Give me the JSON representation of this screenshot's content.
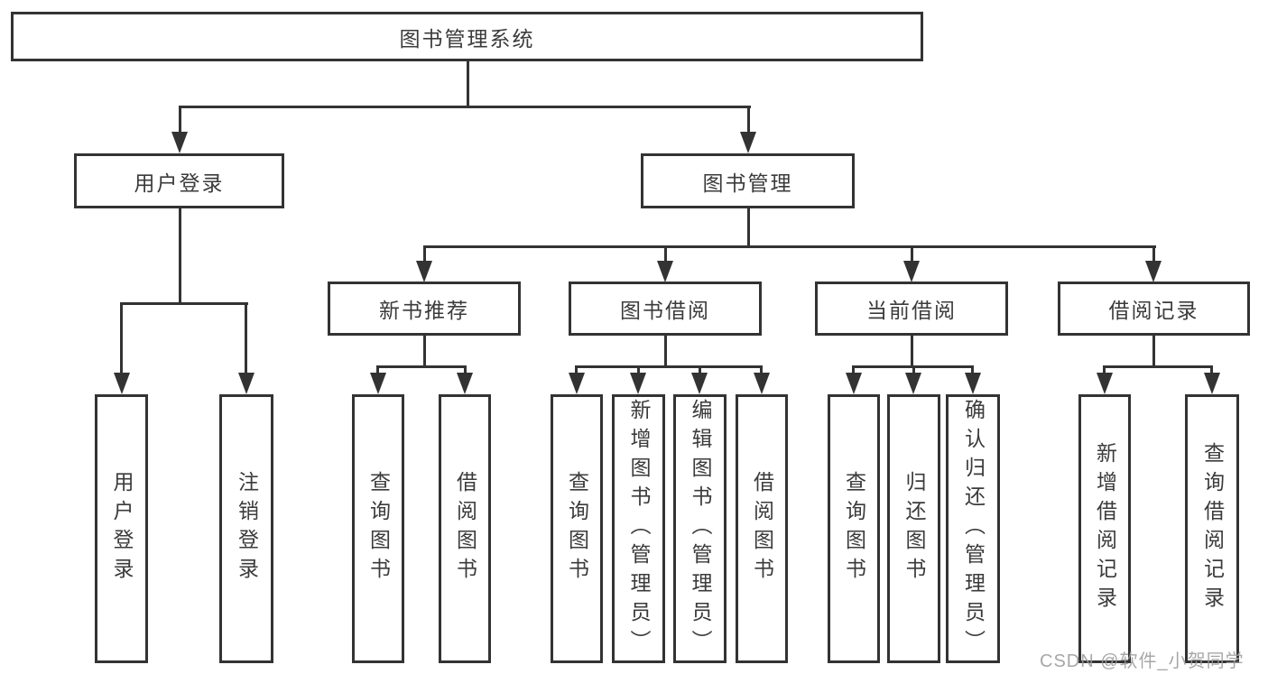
{
  "colors": {
    "line": "#333333",
    "box_border": "#333333",
    "box_background": "#ffffff",
    "text": "#3b3b3b",
    "watermark": "#9b9b9b"
  },
  "watermark": {
    "text": "CSDN @软件_小贺同学"
  },
  "diagram": {
    "root": {
      "label": "图书管理系统"
    },
    "branches": [
      {
        "label": "用户登录",
        "children": [
          {
            "label": "用户登录"
          },
          {
            "label": "注销登录"
          }
        ]
      },
      {
        "label": "图书管理",
        "children": [
          {
            "label": "新书推荐",
            "children": [
              {
                "label": "查询图书"
              },
              {
                "label": "借阅图书"
              }
            ]
          },
          {
            "label": "图书借阅",
            "children": [
              {
                "label": "查询图书"
              },
              {
                "label": "新增图书（管理员）"
              },
              {
                "label": "编辑图书（管理员）"
              },
              {
                "label": "借阅图书"
              }
            ]
          },
          {
            "label": "当前借阅",
            "children": [
              {
                "label": "查询图书"
              },
              {
                "label": "归还图书"
              },
              {
                "label": "确认归还（管理员）"
              }
            ]
          },
          {
            "label": "借阅记录",
            "children": [
              {
                "label": "新增借阅记录"
              },
              {
                "label": "查询借阅记录"
              }
            ]
          }
        ]
      }
    ]
  }
}
